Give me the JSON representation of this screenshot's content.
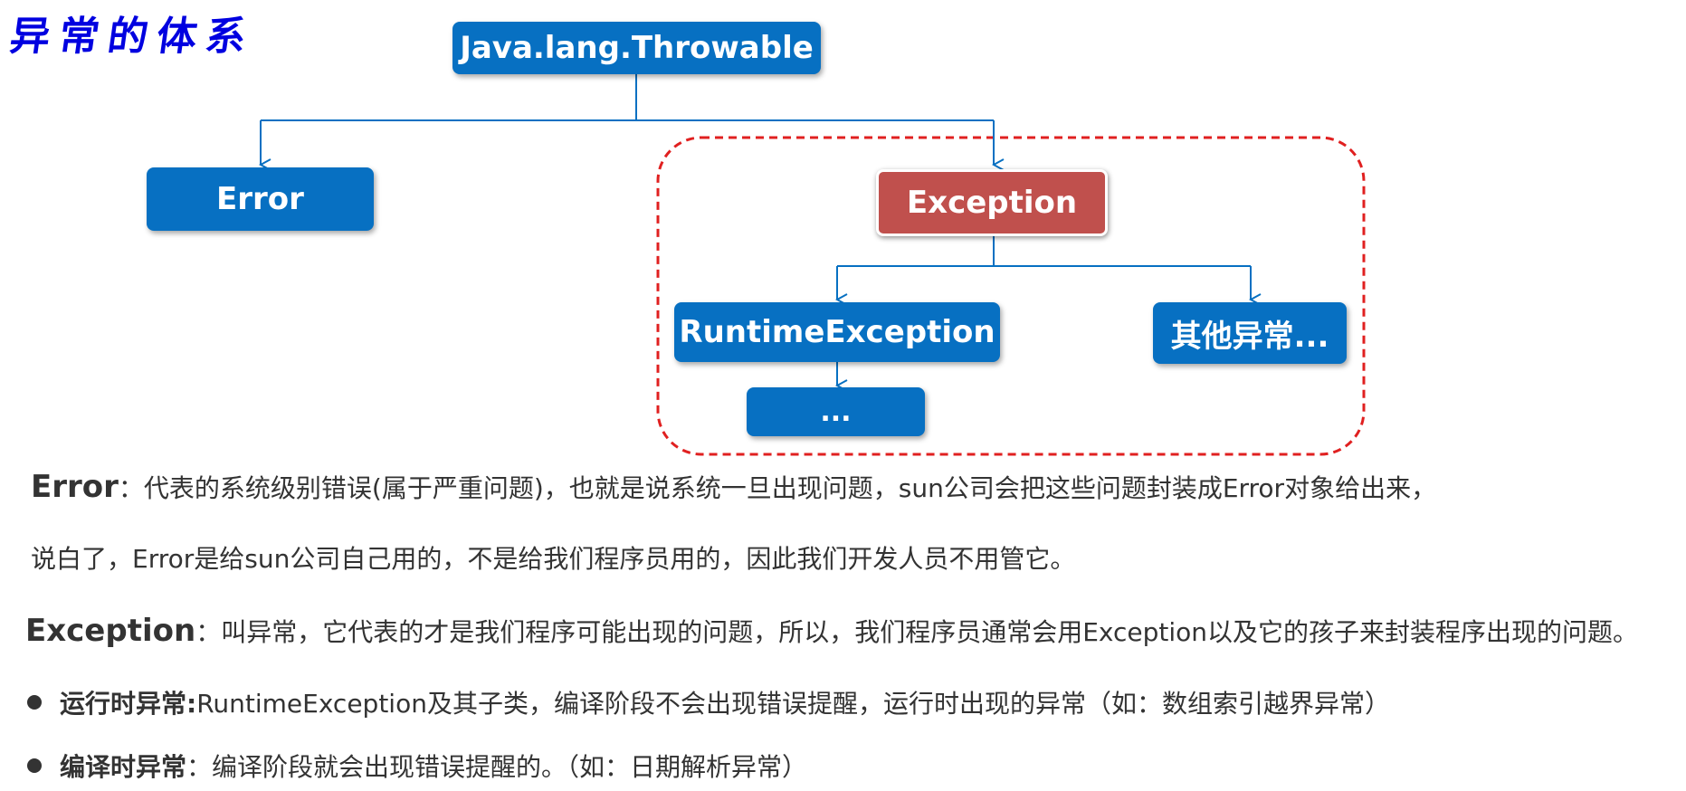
{
  "title": "异常的体系",
  "nodes": {
    "root": "Java.lang.Throwable",
    "error": "Error",
    "exception": "Exception",
    "runtime": "RuntimeException",
    "runtime_child": "...",
    "other": "其他异常..."
  },
  "colors": {
    "node_blue": "#0770c2",
    "node_red": "#c0504d",
    "dashed_border": "#e02020",
    "title": "#0000e0"
  },
  "descriptions": {
    "error": {
      "key": "Error",
      "line1": "：代表的系统级别错误(属于严重问题)，也就是说系统一旦出现问题，sun公司会把这些问题封装成Error对象给出来，",
      "line2": "说白了，Error是给sun公司自己用的，不是给我们程序员用的，因此我们开发人员不用管它。"
    },
    "exception": {
      "key": "Exception",
      "text": "：叫异常，它代表的才是我们程序可能出现的问题，所以，我们程序员通常会用Exception以及它的孩子来封装程序出现的问题。"
    },
    "bullets": [
      {
        "key": "运行时异常:",
        "text": "RuntimeException及其子类，编译阶段不会出现错误提醒，运行时出现的异常（如：数组索引越界异常）"
      },
      {
        "key": "编译时异常",
        "text": "：编译阶段就会出现错误提醒的。（如：日期解析异常）"
      }
    ]
  }
}
